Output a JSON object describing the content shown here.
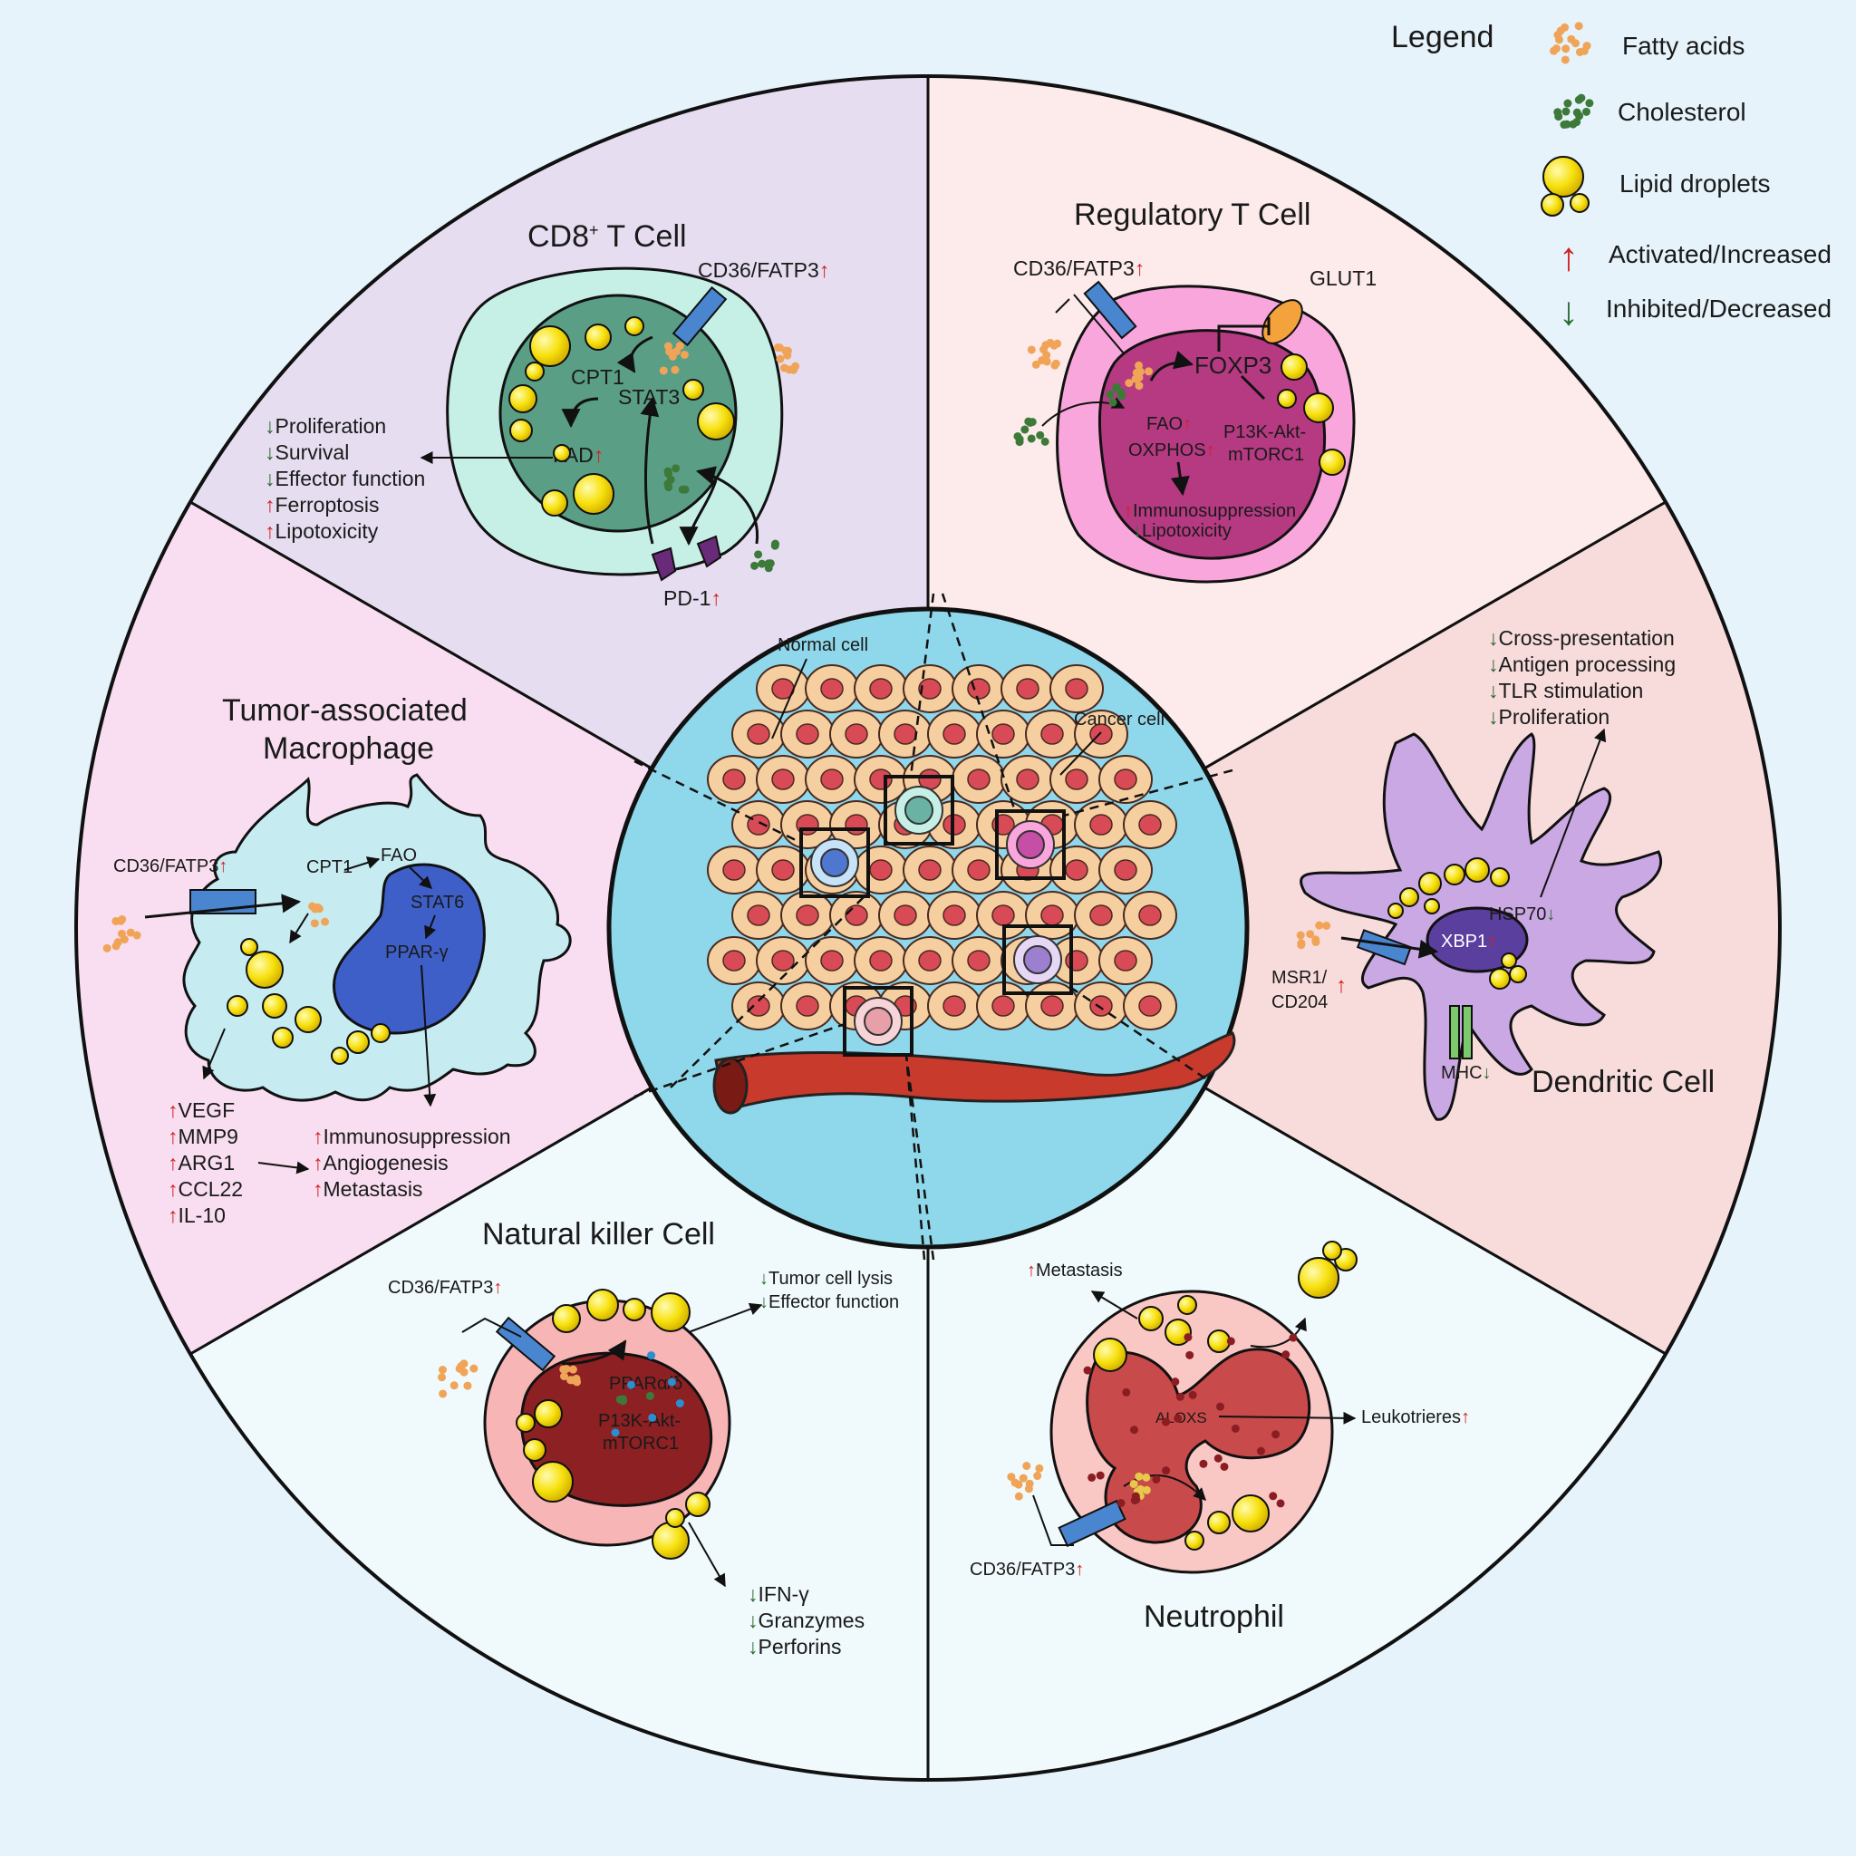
{
  "legend": {
    "title": "Legend",
    "fatty_acids": "Fatty acids",
    "cholesterol": "Cholesterol",
    "lipid_droplets": "Lipid droplets",
    "activated": "Activated/Increased",
    "inhibited": "Inhibited/Decreased"
  },
  "center": {
    "normal_cell": "Normal cell",
    "cancer_cell": "Cancer cell"
  },
  "cd8": {
    "title_main": "CD8",
    "title_sup": "+",
    "title_rest": " T Cell",
    "receptor": "CD36/FATP3",
    "cpt1": "CPT1",
    "stat3": "STAT3",
    "fad": "FAD",
    "pd1": "PD-1",
    "effects": [
      {
        "arrow": "↓",
        "text": "Proliferation"
      },
      {
        "arrow": "↓",
        "text": "Survival"
      },
      {
        "arrow": "↓",
        "text": "Effector function"
      },
      {
        "arrow": "↑",
        "text": "Ferroptosis"
      },
      {
        "arrow": "↑",
        "text": "Lipotoxicity"
      }
    ]
  },
  "treg": {
    "title": "Regulatory T Cell",
    "receptor": "CD36/FATP3",
    "glut1": "GLUT1",
    "foxp3": "FOXP3",
    "fao": "FAO",
    "oxphos": "OXPHOS",
    "pi3k_1": "P13K-Akt-",
    "pi3k_2": "mTORC1",
    "immuno": "Immunosuppression",
    "lipotox": "Lipotoxicity"
  },
  "dc": {
    "title": "Dendritic Cell",
    "hsp70": "HSP70",
    "xbp1": "XBP1",
    "msr1": "MSR1/",
    "cd204": "CD204",
    "mhc": "MHC",
    "effects": [
      {
        "arrow": "↓",
        "text": "Cross-presentation"
      },
      {
        "arrow": "↓",
        "text": "Antigen processing"
      },
      {
        "arrow": "↓",
        "text": "TLR stimulation"
      },
      {
        "arrow": "↓",
        "text": "Proliferation"
      }
    ]
  },
  "tam": {
    "title_1": "Tumor-associated",
    "title_2": "Macrophage",
    "receptor": "CD36/FATP3",
    "cpt1": "CPT1",
    "fao": "FAO",
    "stat6": "STAT6",
    "ppar": "PPAR-γ",
    "factors": [
      "VEGF",
      "MMP9",
      "ARG1",
      "CCL22",
      "IL-10"
    ],
    "effects": [
      "Immunosuppression",
      "Angiogenesis",
      "Metastasis"
    ]
  },
  "nk": {
    "title": "Natural killer Cell",
    "receptor": "CD36/FATP3",
    "ppar": "PPARα/δ",
    "pi3k_1": "P13K-Akt-",
    "pi3k_2": "mTORC1",
    "effects_top": [
      {
        "arrow": "↓",
        "text": "Tumor cell lysis"
      },
      {
        "arrow": "↓",
        "text": "Effector function"
      }
    ],
    "effects_bottom": [
      {
        "arrow": "↓",
        "text": "IFN-γ"
      },
      {
        "arrow": "↓",
        "text": "Granzymes"
      },
      {
        "arrow": "↓",
        "text": "Perforins"
      }
    ]
  },
  "neutrophil": {
    "title": "Neutrophil",
    "metastasis": "Metastasis",
    "aloxs": "ALOXS",
    "leukotrienes": "Leukotrieres",
    "receptor": "CD36/FATP3"
  },
  "colors": {
    "cd8_bg": "#e6def0",
    "treg_bg": "#fcebea",
    "dc_bg": "#f8dcdc",
    "tam_bg": "#f8def0",
    "nk_bg": "#f0f9fb",
    "neut_bg": "#f0f9fb",
    "center_bg": "#8fd7ea",
    "up_arrow": "#d32020",
    "down_arrow": "#2b6b2f"
  }
}
